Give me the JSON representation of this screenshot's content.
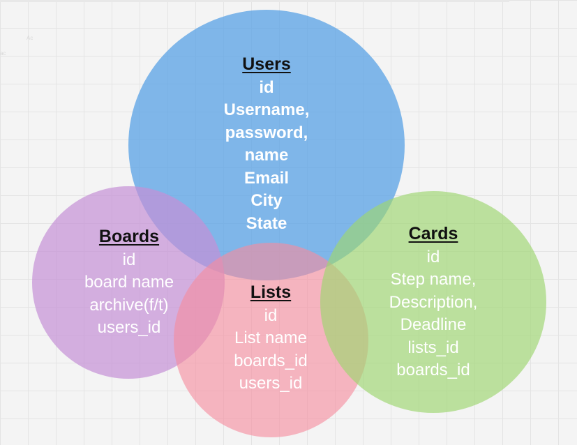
{
  "diagram": {
    "colors": {
      "users": "#5ea4e5",
      "boards": "#c490d6",
      "lists": "#f68c9e",
      "cards": "#9ed670",
      "title_text": "#111111",
      "field_text": "#ffffff"
    },
    "users": {
      "title": "Users",
      "fields": [
        "id",
        "Username,",
        "password,",
        "name",
        "Email",
        "City",
        "State"
      ]
    },
    "boards": {
      "title": "Boards",
      "fields": [
        "id",
        "board name",
        "archive(f/t)",
        "users_id"
      ]
    },
    "lists": {
      "title": "Lists",
      "fields": [
        "id",
        "List name",
        "boards_id",
        "users_id"
      ]
    },
    "cards": {
      "title": "Cards",
      "fields": [
        "id",
        "Step name,",
        "Description,",
        "Deadline",
        "lists_id",
        "boards_id"
      ]
    }
  },
  "background": {
    "faint_labels": [
      "Ac",
      "ac"
    ]
  }
}
